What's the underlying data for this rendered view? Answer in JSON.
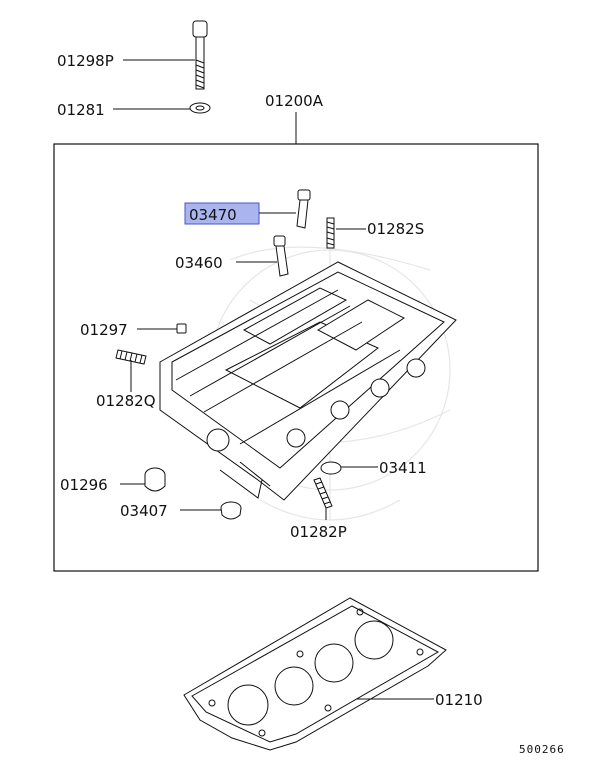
{
  "diagram": {
    "parts": {
      "bolt": "01298P",
      "washer": "01281",
      "assembly": "01200A",
      "guide_highlight": "03470",
      "stud_s": "01282S",
      "guide": "03460",
      "plug_small": "01297",
      "stud_q": "01282Q",
      "plug_round": "03411",
      "seal_large": "01296",
      "seal_small": "03407",
      "stud_p": "01282P",
      "gasket": "01210"
    },
    "reference_code": "500266"
  },
  "colors": {
    "highlight_fill": "#aab4ee",
    "highlight_border": "#4b55c8",
    "line": "#111111"
  }
}
